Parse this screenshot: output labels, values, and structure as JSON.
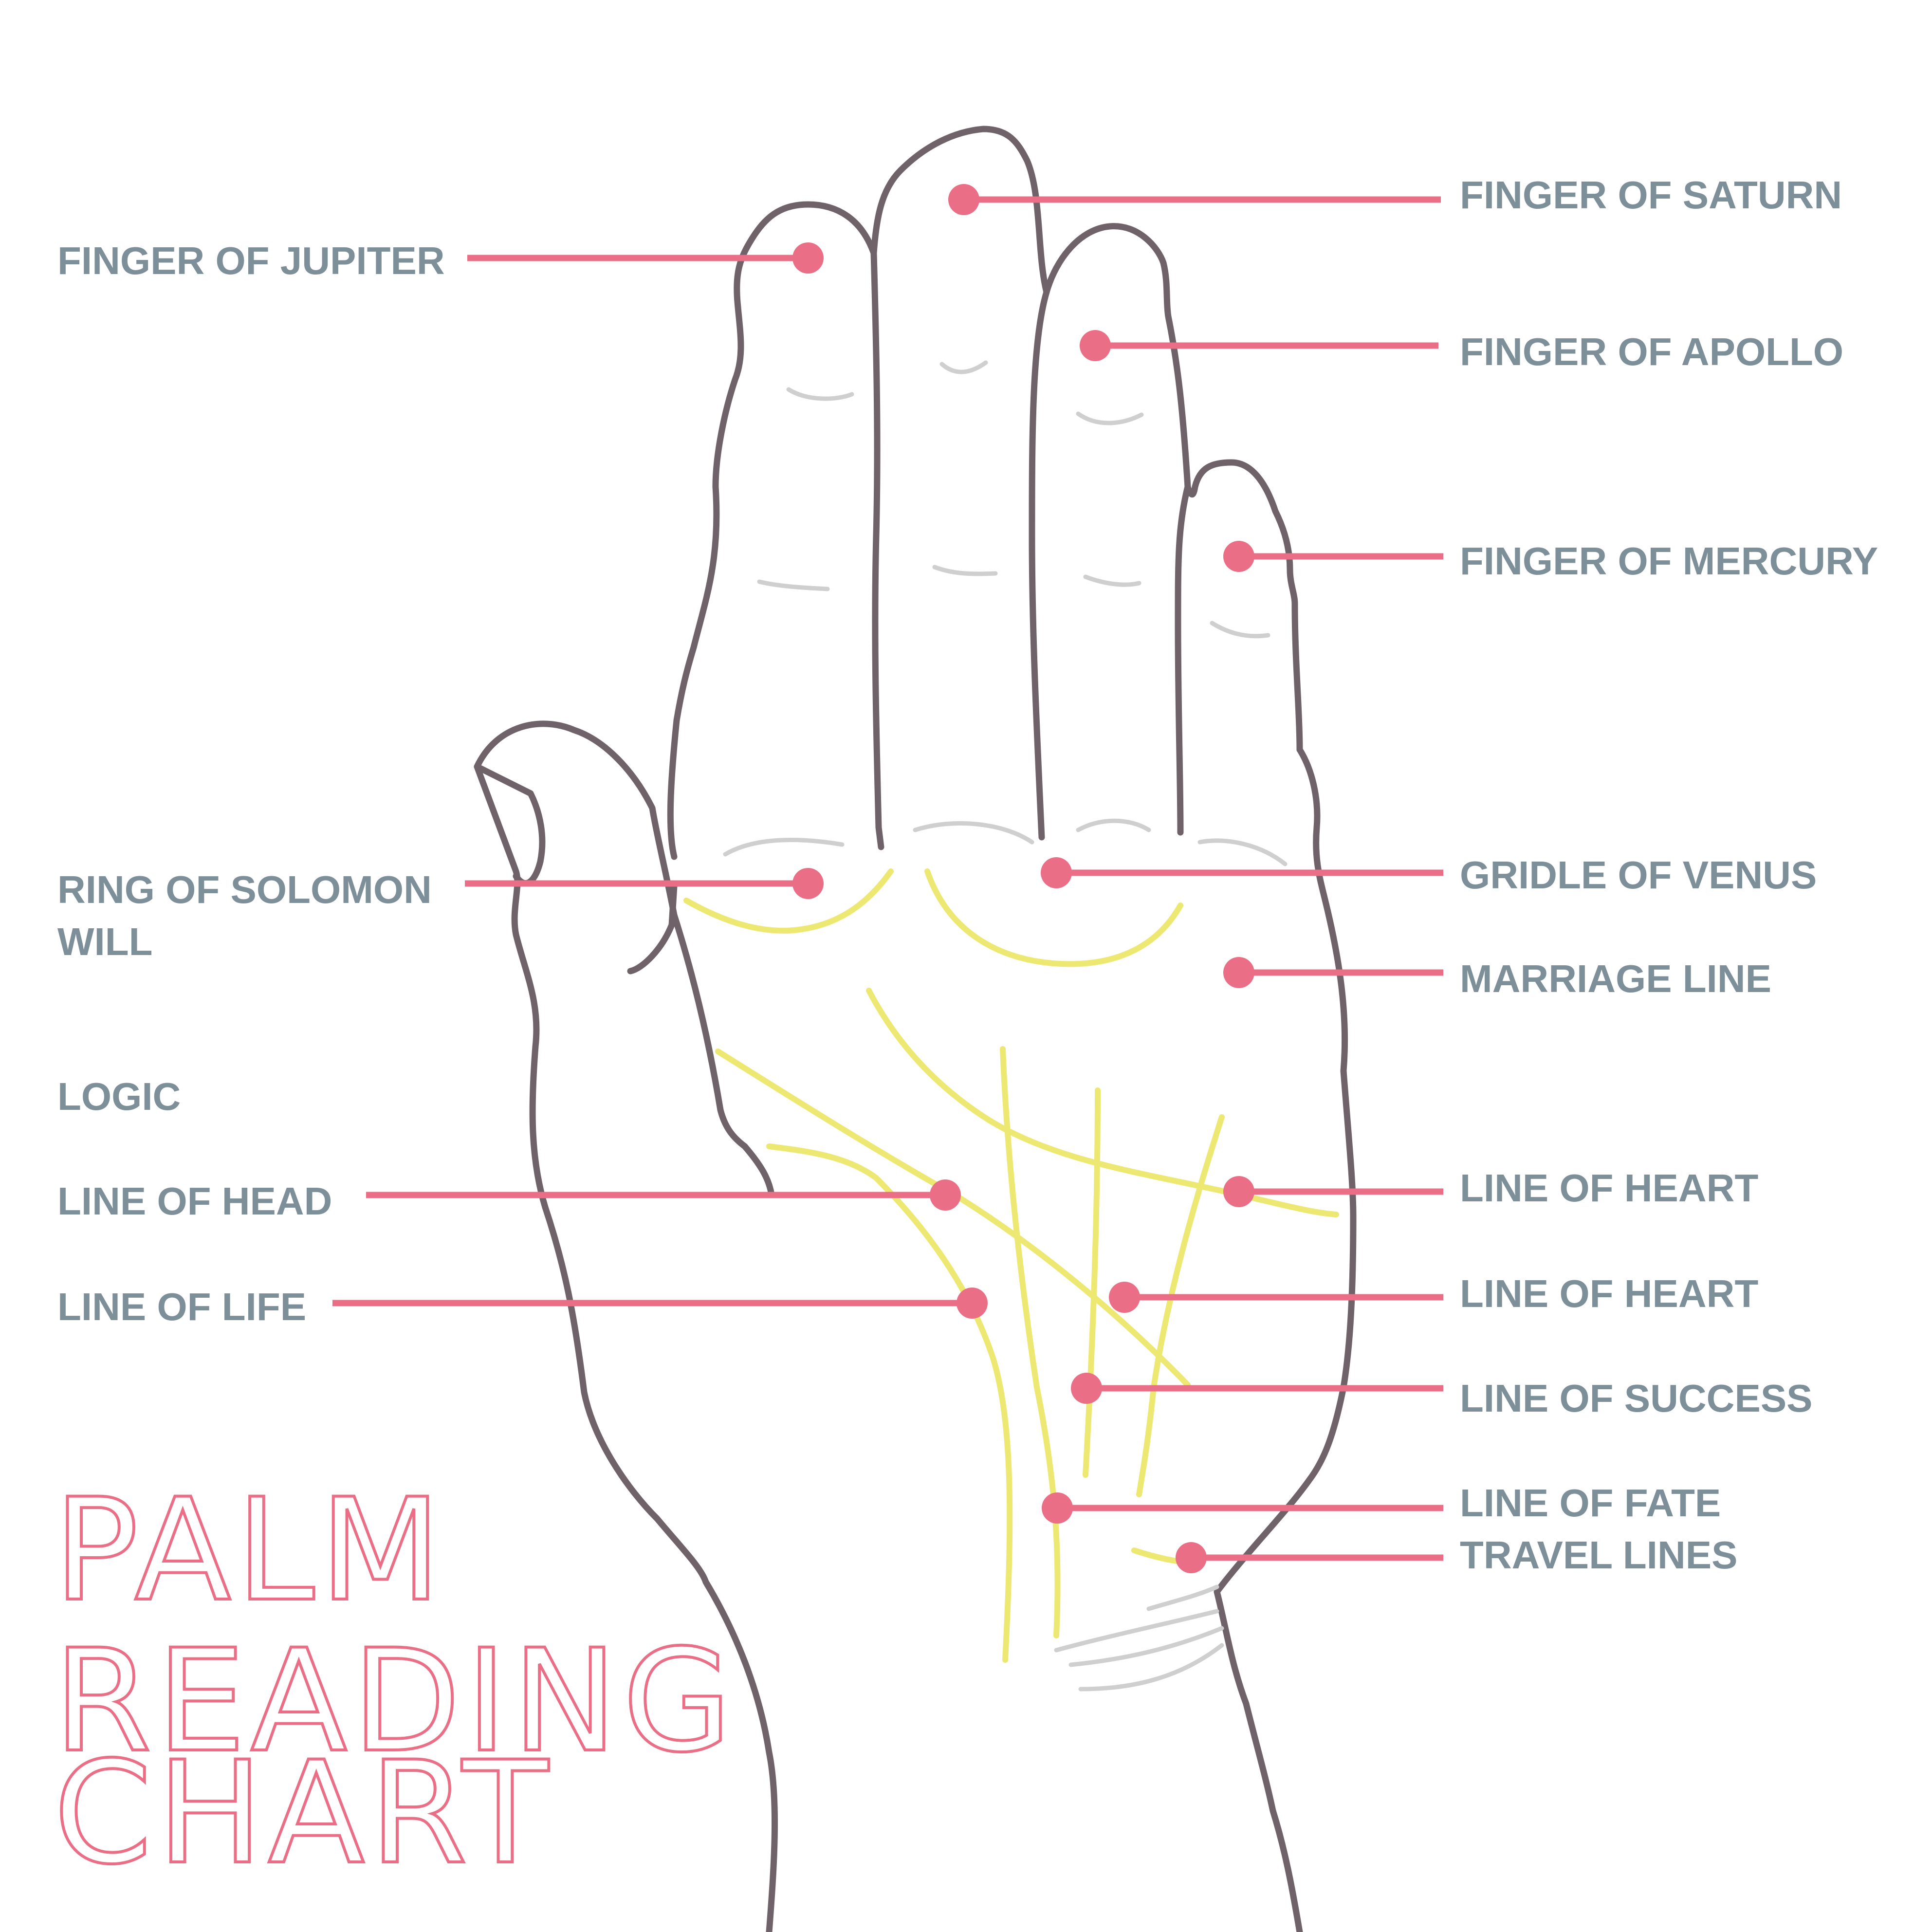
{
  "colors": {
    "pointer": "#ea6e85",
    "label": "#7d8f99",
    "outline": "#6f6268",
    "palm_line": "#ece872",
    "crease": "#cfcfcf",
    "title": "#ea6e85"
  },
  "title": [
    "PALM",
    "READING",
    "CHART"
  ],
  "labels": {
    "finger_of_jupiter": "FINGER OF JUPITER",
    "finger_of_saturn": "FINGER OF SATURN",
    "finger_of_apollo": "FINGER OF APOLLO",
    "finger_of_mercury": "FINGER OF MERCURY",
    "ring_of_solomon": "RING OF SOLOMON",
    "will": "WILL",
    "logic": "LOGIC",
    "line_of_head": "LINE OF HEAD",
    "line_of_life": "LINE OF LIFE",
    "gridle_of_venus": "GRIDLE OF VENUS",
    "marriage_line": "MARRIAGE LINE",
    "line_of_heart_1": "LINE OF HEART",
    "line_of_heart_2": "LINE OF HEART",
    "line_of_success": "LINE OF SUCCESS",
    "line_of_fate": "LINE OF FATE",
    "travel_lines": "TRAVEL LINES"
  }
}
